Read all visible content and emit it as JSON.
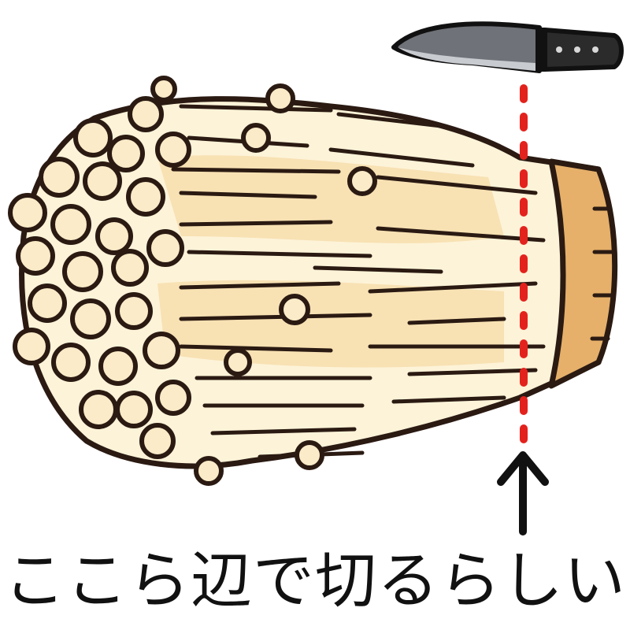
{
  "caption": "ここら辺で切るらしい",
  "illustration": {
    "subject": "enoki-mushroom-bundle",
    "tool": "kitchen-knife",
    "indicator": "cut-line-arrow",
    "colors": {
      "outline": "#2a1a12",
      "stem_light": "#fdf3d8",
      "stem_mid": "#f6dcaa",
      "cap": "#fbebc8",
      "root": "#e6b06a",
      "root_dark": "#d49a55",
      "knife_blade": "#6f7278",
      "knife_edge": "#c8cbd0",
      "knife_handle": "#2b2b2b",
      "cut_line": "#e3221d",
      "arrow": "#111111"
    }
  }
}
